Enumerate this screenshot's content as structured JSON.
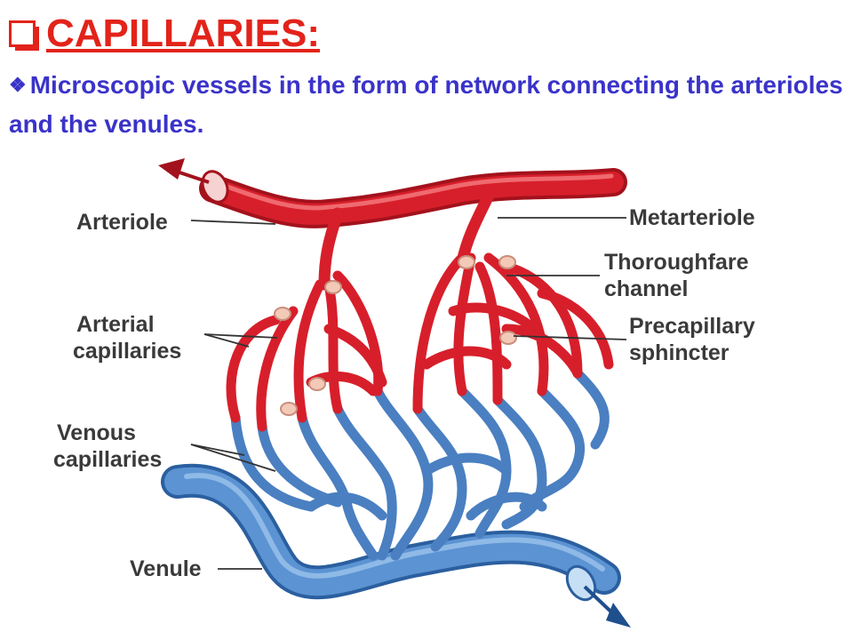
{
  "title": "CAPILLARIES:",
  "bullet": "Microscopic vessels in the form of network connecting the arterioles and the venules.",
  "icons": {
    "title_bullet": "checkbox-square-icon",
    "list_bullet": "diamond-bullet-icon"
  },
  "colors": {
    "title": "#e2231a",
    "text": "#3a33c9",
    "artery": "#d71f2b",
    "vein": "#4a7fc1"
  },
  "labels": {
    "arteriole": "Arteriole",
    "metarteriole": "Metarteriole",
    "thoroughfare_1": "Thoroughfare",
    "thoroughfare_2": "channel",
    "precap_1": "Precapillary",
    "precap_2": "sphincter",
    "arterial_1": "Arterial",
    "arterial_2": "capillaries",
    "venous_1": "Venous",
    "venous_2": "capillaries",
    "venule": "Venule"
  }
}
